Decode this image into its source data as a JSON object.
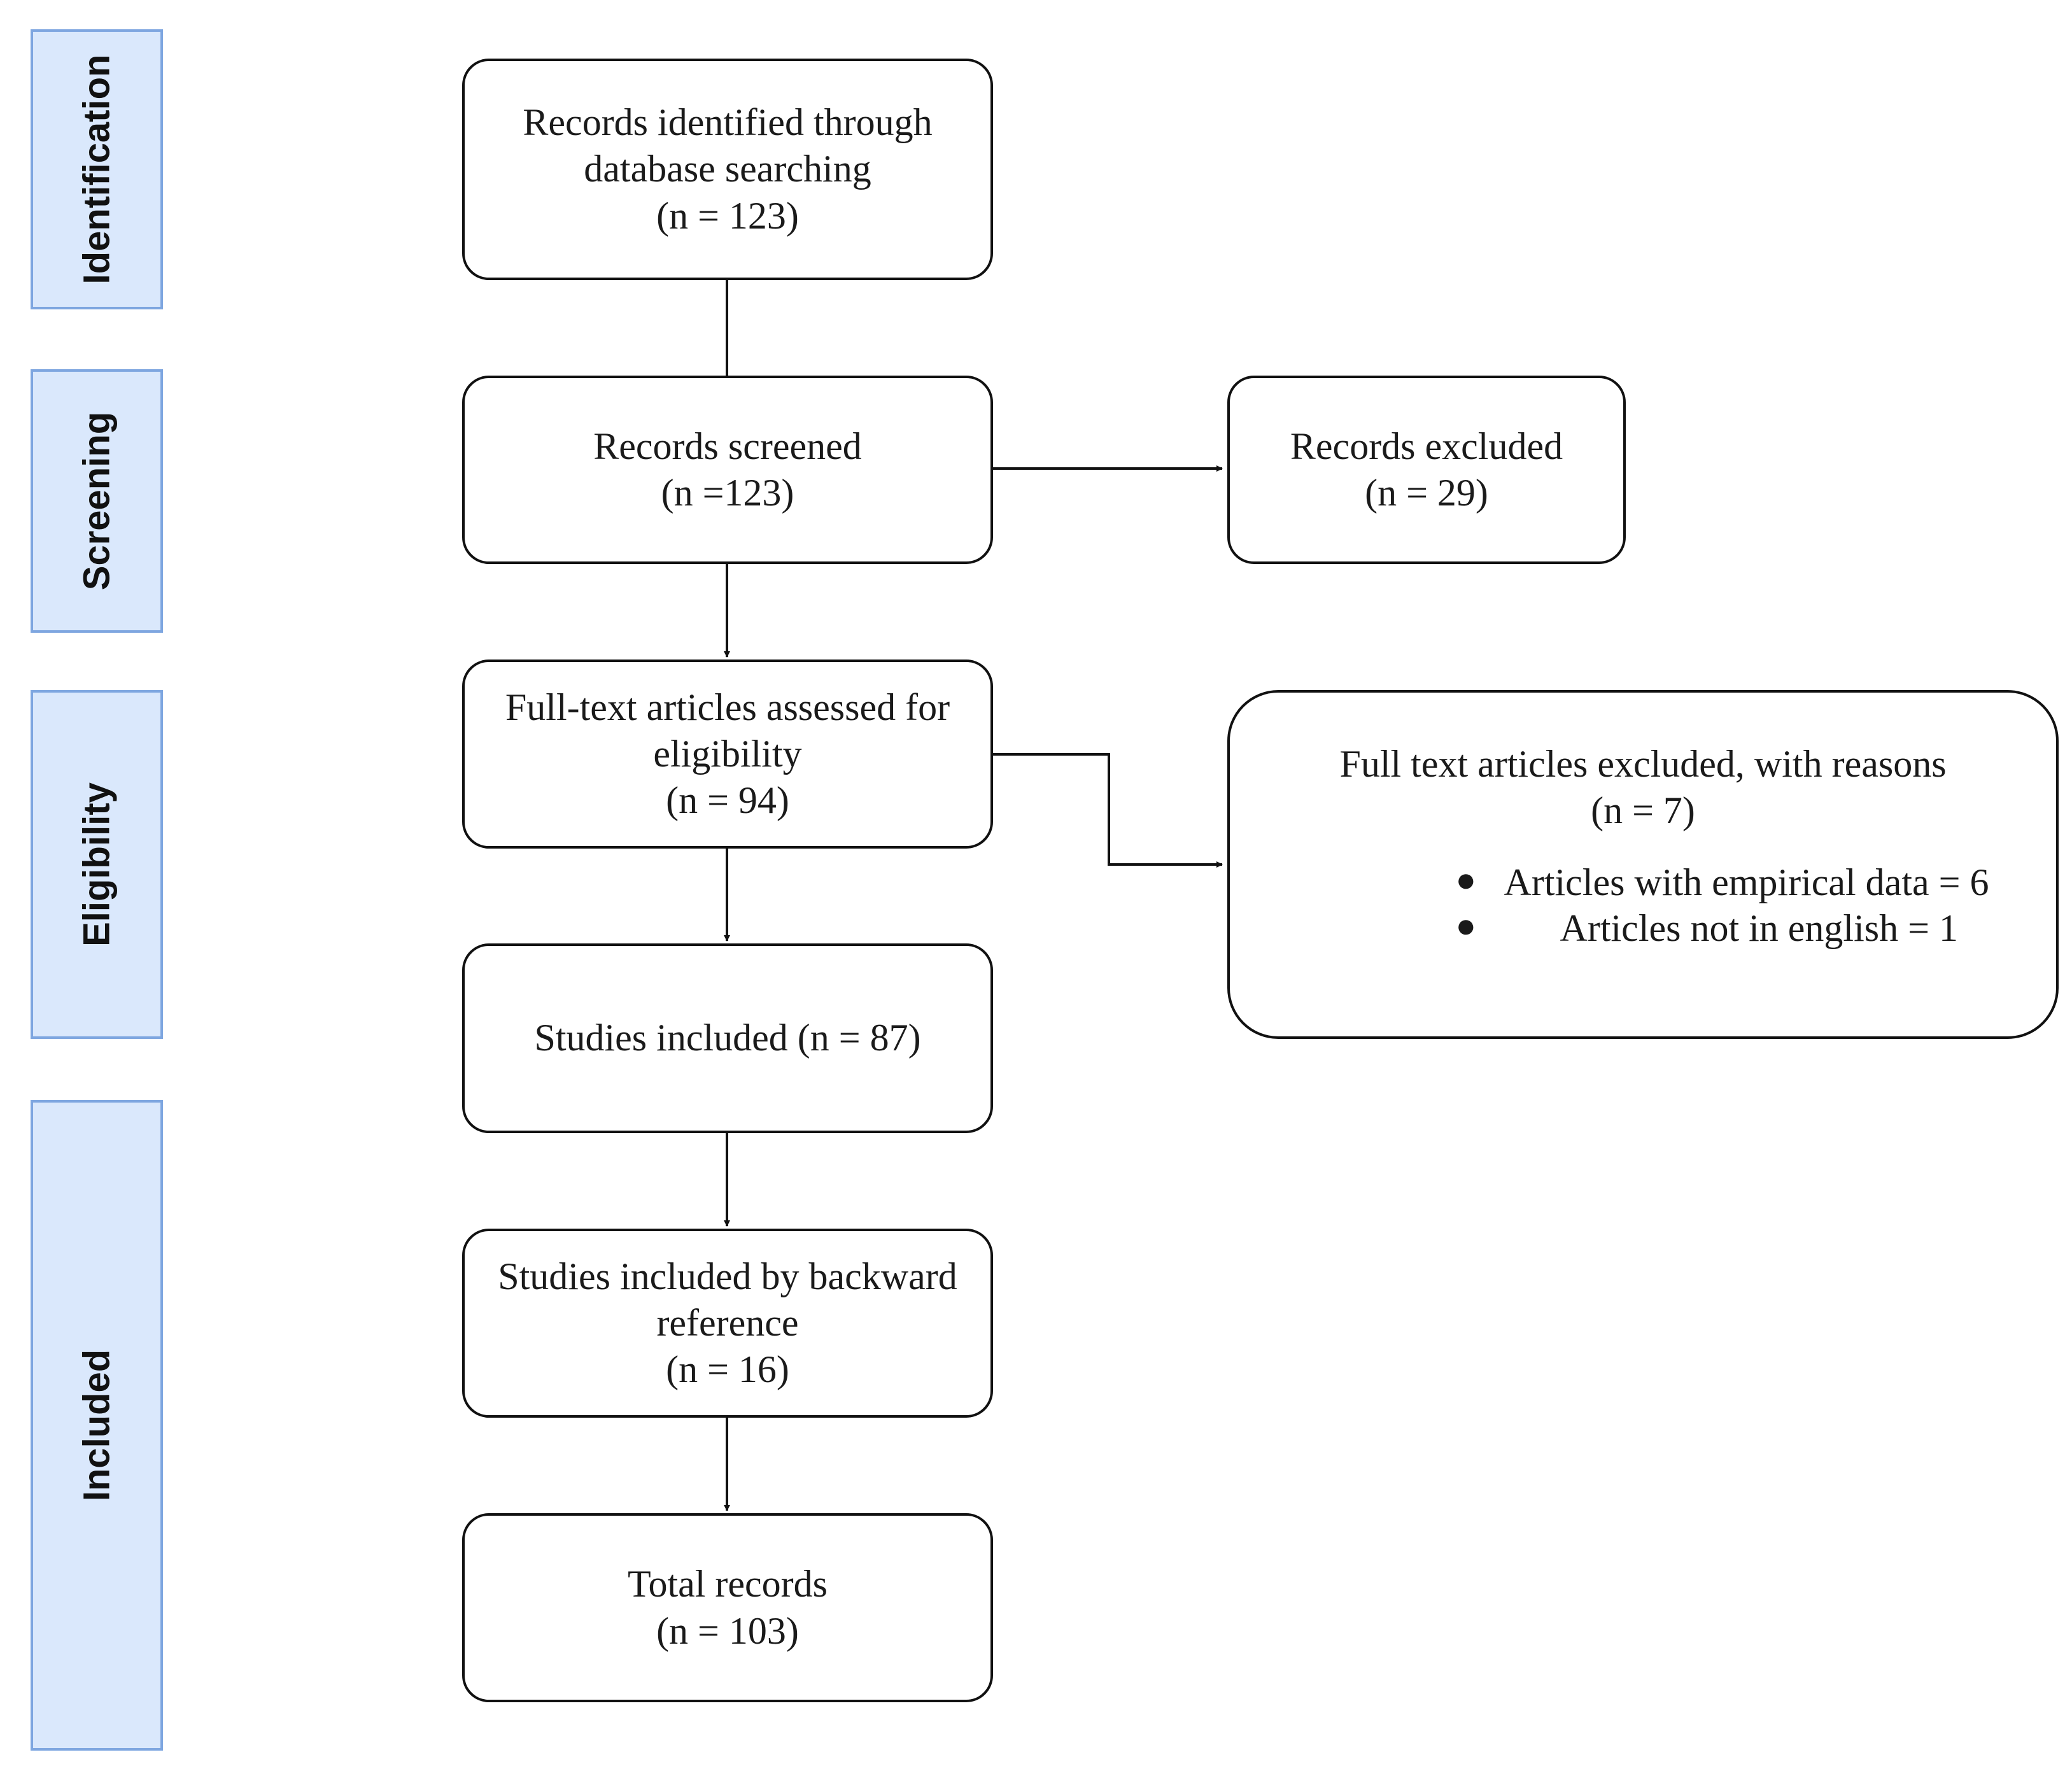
{
  "stages": [
    {
      "id": "identification",
      "label": "Identification"
    },
    {
      "id": "screening",
      "label": "Screening"
    },
    {
      "id": "eligibility",
      "label": "Eligibility"
    },
    {
      "id": "included",
      "label": "Included"
    }
  ],
  "boxes": {
    "identified": {
      "lines": [
        "Records identified through",
        "database searching",
        "(n = 123)"
      ]
    },
    "screened": {
      "lines": [
        "Records screened",
        "(n =123)"
      ]
    },
    "excluded": {
      "lines": [
        "Records excluded",
        "(n = 29)"
      ]
    },
    "fulltext": {
      "lines": [
        "Full-text articles assessed for",
        "eligibility",
        "(n = 94)"
      ]
    },
    "fulltext_excluded": {
      "lines": [
        "Full text articles excluded, with reasons",
        "(n = 7)"
      ],
      "reasons": [
        "Articles with empirical data = 6",
        "Articles not in english = 1"
      ]
    },
    "studies_included": {
      "lines": [
        "Studies included (n = 87)"
      ]
    },
    "backward": {
      "lines": [
        "Studies included by backward",
        "reference",
        "(n = 16)"
      ]
    },
    "total": {
      "lines": [
        "Total records",
        "(n = 103)"
      ]
    }
  },
  "colors": {
    "stage_fill": "#dae8fc",
    "stage_border": "#7ea6e0",
    "box_border": "#111111"
  }
}
